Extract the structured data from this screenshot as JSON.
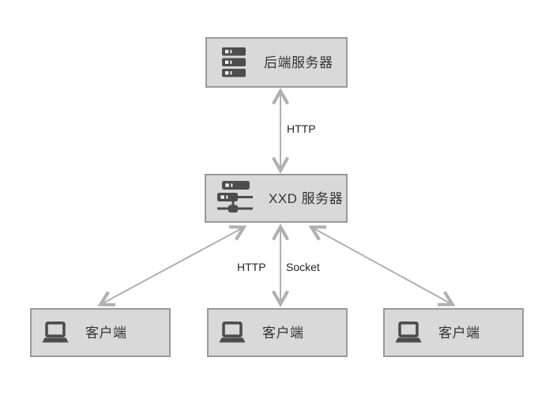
{
  "diagram": {
    "title": "client-server architecture diagram",
    "colors": {
      "background": "#ffffff",
      "box_fill": "#d9d9d9",
      "box_border": "#999999",
      "icon": "#4d4d4d",
      "arrow": "#b0b0b0",
      "node_label_text": "#333333",
      "edge_label_text": "#262626"
    },
    "nodes": [
      {
        "id": "backend-server",
        "label": "后端服务器",
        "icon": "server-rack-icon"
      },
      {
        "id": "xxd-server",
        "label": "XXD 服务器",
        "icon": "network-server-icon"
      },
      {
        "id": "client-left",
        "label": "客户端",
        "icon": "laptop-icon"
      },
      {
        "id": "client-middle",
        "label": "客户端",
        "icon": "laptop-icon"
      },
      {
        "id": "client-right",
        "label": "客户端",
        "icon": "laptop-icon"
      }
    ],
    "edges": [
      {
        "from": "backend-server",
        "to": "xxd-server",
        "direction": "both",
        "label": "HTTP"
      },
      {
        "from": "xxd-server",
        "to": "client-middle",
        "direction": "both",
        "label_left": "HTTP",
        "label_right": "Socket"
      },
      {
        "from": "xxd-server",
        "to": "client-left",
        "direction": "both",
        "label": ""
      },
      {
        "from": "xxd-server",
        "to": "client-right",
        "direction": "both",
        "label": ""
      }
    ]
  }
}
